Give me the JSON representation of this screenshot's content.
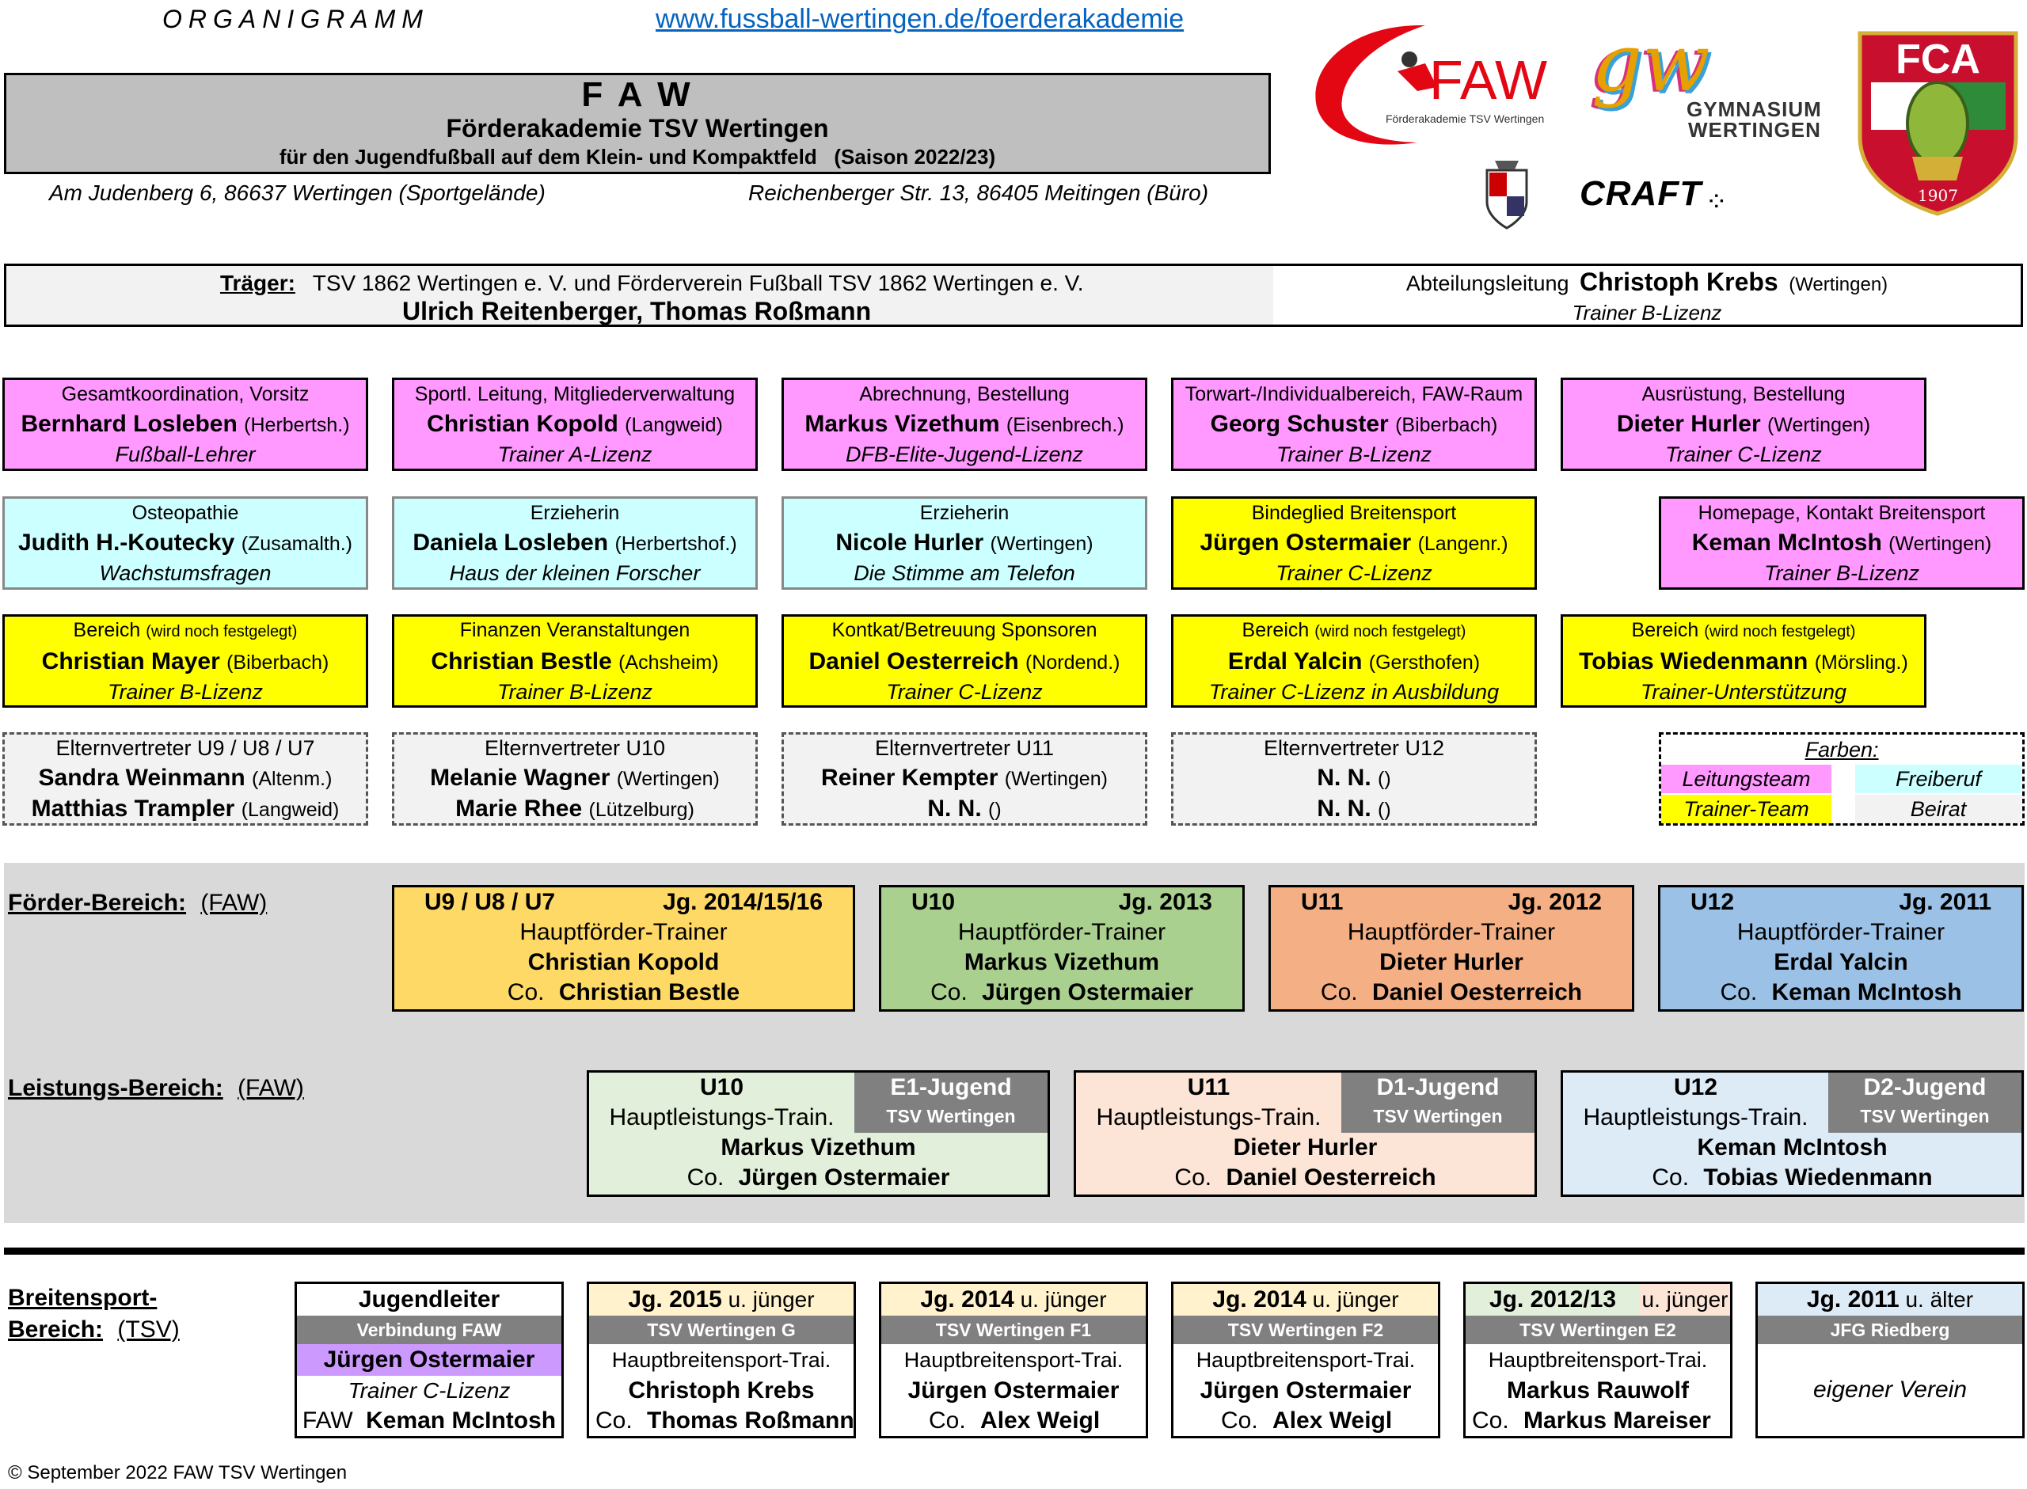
{
  "header": {
    "organigramm": "ORGANIGRAMM",
    "url": "www.fussball-wertingen.de/foerderakademie",
    "title": "F A W",
    "subtitle": "Förderakademie TSV Wertingen",
    "subline": "für den Jugendfußball auf dem Klein- und Kompaktfeld   (Saison 2022/23)",
    "address_left": "Am Judenberg 6, 86637 Wertingen (Sportgelände)",
    "address_right": "Reichenberger Str. 13, 86405 Meitingen (Büro)"
  },
  "logos": {
    "faw_text": "FAW",
    "faw_sub": "Förderakademie TSV Wertingen",
    "gym_line1": "GYMNASIUM",
    "gym_line2": "WERTINGEN",
    "fca": "FCA",
    "fca_year": "1907",
    "craft": "CRAFT",
    "gw": "gw"
  },
  "traeger": {
    "label": "Träger:",
    "orgs": "TSV 1862 Wertingen e. V. und Förderverein Fußball TSV 1862 Wertingen e. V.",
    "names": "Ulrich Reitenberger, Thomas Roßmann",
    "dept_label": "Abteilungsleitung",
    "dept_name": "Christoph Krebs",
    "dept_place": "(Wertingen)",
    "dept_license": "Trainer B-Lizenz"
  },
  "row1": [
    {
      "role": "Gesamtkoordination, Vorsitz",
      "name": "Bernhard Losleben",
      "place": "(Herbertsh.)",
      "sub": "Fußball-Lehrer"
    },
    {
      "role": "Sportl. Leitung, Mitgliederverwaltung",
      "name": "Christian Kopold",
      "place": "(Langweid)",
      "sub": "Trainer A-Lizenz"
    },
    {
      "role": "Abrechnung, Bestellung",
      "name": "Markus Vizethum",
      "place": "(Eisenbrech.)",
      "sub": "DFB-Elite-Jugend-Lizenz"
    },
    {
      "role": "Torwart-/Individualbereich, FAW-Raum",
      "name": "Georg Schuster",
      "place": "(Biberbach)",
      "sub": "Trainer B-Lizenz"
    },
    {
      "role": "Ausrüstung, Bestellung",
      "name": "Dieter Hurler",
      "place": "(Wertingen)",
      "sub": "Trainer C-Lizenz"
    }
  ],
  "row2": [
    {
      "role": "Osteopathie",
      "name": "Judith H.-Koutecky",
      "place": "(Zusamalth.)",
      "sub": "Wachstumsfragen"
    },
    {
      "role": "Erzieherin",
      "name": "Daniela Losleben",
      "place": "(Herbertshof.)",
      "sub": "Haus der kleinen Forscher"
    },
    {
      "role": "Erzieherin",
      "name": "Nicole Hurler",
      "place": "(Wertingen)",
      "sub": "Die Stimme am Telefon"
    },
    {
      "role": "Bindeglied Breitensport",
      "name": "Jürgen Ostermaier",
      "place": "(Langenr.)",
      "sub": "Trainer C-Lizenz"
    },
    {
      "role": "Homepage, Kontakt Breitensport",
      "name": "Keman McIntosh",
      "place": "(Wertingen)",
      "sub": "Trainer B-Lizenz"
    }
  ],
  "row3": [
    {
      "role": "Bereich",
      "note": "(wird noch festgelegt)",
      "name": "Christian Mayer",
      "place": "(Biberbach)",
      "sub": "Trainer B-Lizenz"
    },
    {
      "role": "Finanzen Veranstaltungen",
      "note": "",
      "name": "Christian Bestle",
      "place": "(Achsheim)",
      "sub": "Trainer B-Lizenz"
    },
    {
      "role": "Kontkat/Betreuung Sponsoren",
      "note": "",
      "name": "Daniel Oesterreich",
      "place": "(Nordend.)",
      "sub": "Trainer C-Lizenz"
    },
    {
      "role": "Bereich",
      "note": "(wird noch festgelegt)",
      "name": "Erdal Yalcin",
      "place": "(Gersthofen)",
      "sub": "Trainer C-Lizenz in Ausbildung"
    },
    {
      "role": "Bereich",
      "note": "(wird noch festgelegt)",
      "name": "Tobias Wiedenmann",
      "place": "(Mörsling.)",
      "sub": "Trainer-Unterstützung"
    }
  ],
  "row4": [
    {
      "role": "Elternvertreter U9 / U8 / U7",
      "n1": "Sandra Weinmann",
      "p1": "(Altenm.)",
      "n2": "Matthias Trampler",
      "p2": "(Langweid)"
    },
    {
      "role": "Elternvertreter U10",
      "n1": "Melanie Wagner",
      "p1": "(Wertingen)",
      "n2": "Marie Rhee",
      "p2": "(Lützelburg)"
    },
    {
      "role": "Elternvertreter U11",
      "n1": "Reiner Kempter",
      "p1": "(Wertingen)",
      "n2": "N. N.",
      "p2": "()"
    },
    {
      "role": "Elternvertreter U12",
      "n1": "N. N.",
      "p1": "()",
      "n2": "N. N.",
      "p2": "()"
    }
  ],
  "legend": {
    "title": "Farben:",
    "leitung": "Leitungsteam",
    "freiberuf": "Freiberuf",
    "trainer": "Trainer-Team",
    "beirat": "Beirat"
  },
  "foerder": {
    "label": "Förder-Bereich:",
    "tag": "(FAW)",
    "boxes": [
      {
        "age": "U9 / U8 / U7",
        "jg": "Jg. 2014/15/16",
        "role": "Hauptförder-Trainer",
        "name": "Christian Kopold",
        "co_label": "Co.",
        "co": "Christian Bestle",
        "color": "#ffd966"
      },
      {
        "age": "U10",
        "jg": "Jg. 2013",
        "role": "Hauptförder-Trainer",
        "name": "Markus Vizethum",
        "co_label": "Co.",
        "co": "Jürgen Ostermaier",
        "color": "#a9d08e"
      },
      {
        "age": "U11",
        "jg": "Jg. 2012",
        "role": "Hauptförder-Trainer",
        "name": "Dieter Hurler",
        "co_label": "Co.",
        "co": "Daniel Oesterreich",
        "color": "#f4b084"
      },
      {
        "age": "U12",
        "jg": "Jg. 2011",
        "role": "Hauptförder-Trainer",
        "name": "Erdal Yalcin",
        "co_label": "Co.",
        "co": "Keman McIntosh",
        "color": "#9bc2e6"
      }
    ]
  },
  "leistung": {
    "label": "Leistungs-Bereich:",
    "tag": "(FAW)",
    "boxes": [
      {
        "age": "U10",
        "team": "E1-Jugend",
        "club": "TSV Wertingen",
        "role": "Hauptleistungs-Train.",
        "name": "Markus Vizethum",
        "co_label": "Co.",
        "co": "Jürgen Ostermaier",
        "color": "#e2efda"
      },
      {
        "age": "U11",
        "team": "D1-Jugend",
        "club": "TSV Wertingen",
        "role": "Hauptleistungs-Train.",
        "name": "Dieter Hurler",
        "co_label": "Co.",
        "co": "Daniel Oesterreich",
        "color": "#fce4d6"
      },
      {
        "age": "U12",
        "team": "D2-Jugend",
        "club": "TSV Wertingen",
        "role": "Hauptleistungs-Train.",
        "name": "Keman McIntosh",
        "co_label": "Co.",
        "co": "Tobias Wiedenmann",
        "color": "#ddebf7"
      }
    ]
  },
  "breitensport": {
    "label1": "Breitensport-",
    "label2": "Bereich:",
    "tag": "(TSV)",
    "jugendleiter": {
      "title": "Jugendleiter",
      "bar": "Verbindung FAW",
      "name": "Jürgen Ostermaier",
      "license": "Trainer C-Lizenz",
      "faw_label": "FAW",
      "faw_name": "Keman McIntosh"
    },
    "boxes": [
      {
        "jg": "Jg. 2015",
        "jg_suffix": "u. jünger",
        "team": "TSV Wertingen G",
        "role": "Hauptbreitensport-Trai.",
        "name": "Christoph Krebs",
        "co_label": "Co.",
        "co": "Thomas Roßmann",
        "color": "#fff2cc"
      },
      {
        "jg": "Jg. 2014",
        "jg_suffix": "u. jünger",
        "team": "TSV Wertingen F1",
        "role": "Hauptbreitensport-Trai.",
        "name": "Jürgen Ostermaier",
        "co_label": "Co.",
        "co": "Alex Weigl",
        "color": "#fff2cc"
      },
      {
        "jg": "Jg. 2014",
        "jg_suffix": "u. jünger",
        "team": "TSV Wertingen F2",
        "role": "Hauptbreitensport-Trai.",
        "name": "Jürgen Ostermaier",
        "co_label": "Co.",
        "co": "Alex Weigl",
        "color": "#fff2cc"
      },
      {
        "jg": "Jg. 2012/13",
        "jg_suffix": "u. jünger",
        "team": "TSV Wertingen E2",
        "role": "Hauptbreitensport-Trai.",
        "name": "Markus Rauwolf",
        "co_label": "Co.",
        "co": "Markus Mareiser",
        "color": "#e2efda"
      }
    ],
    "jfg": {
      "jg": "Jg. 2011",
      "jg_suffix": "u. älter",
      "team": "JFG Riedberg",
      "text": "eigener Verein",
      "color": "#ddebf7"
    }
  },
  "footer": "© September 2022 FAW TSV Wertingen"
}
